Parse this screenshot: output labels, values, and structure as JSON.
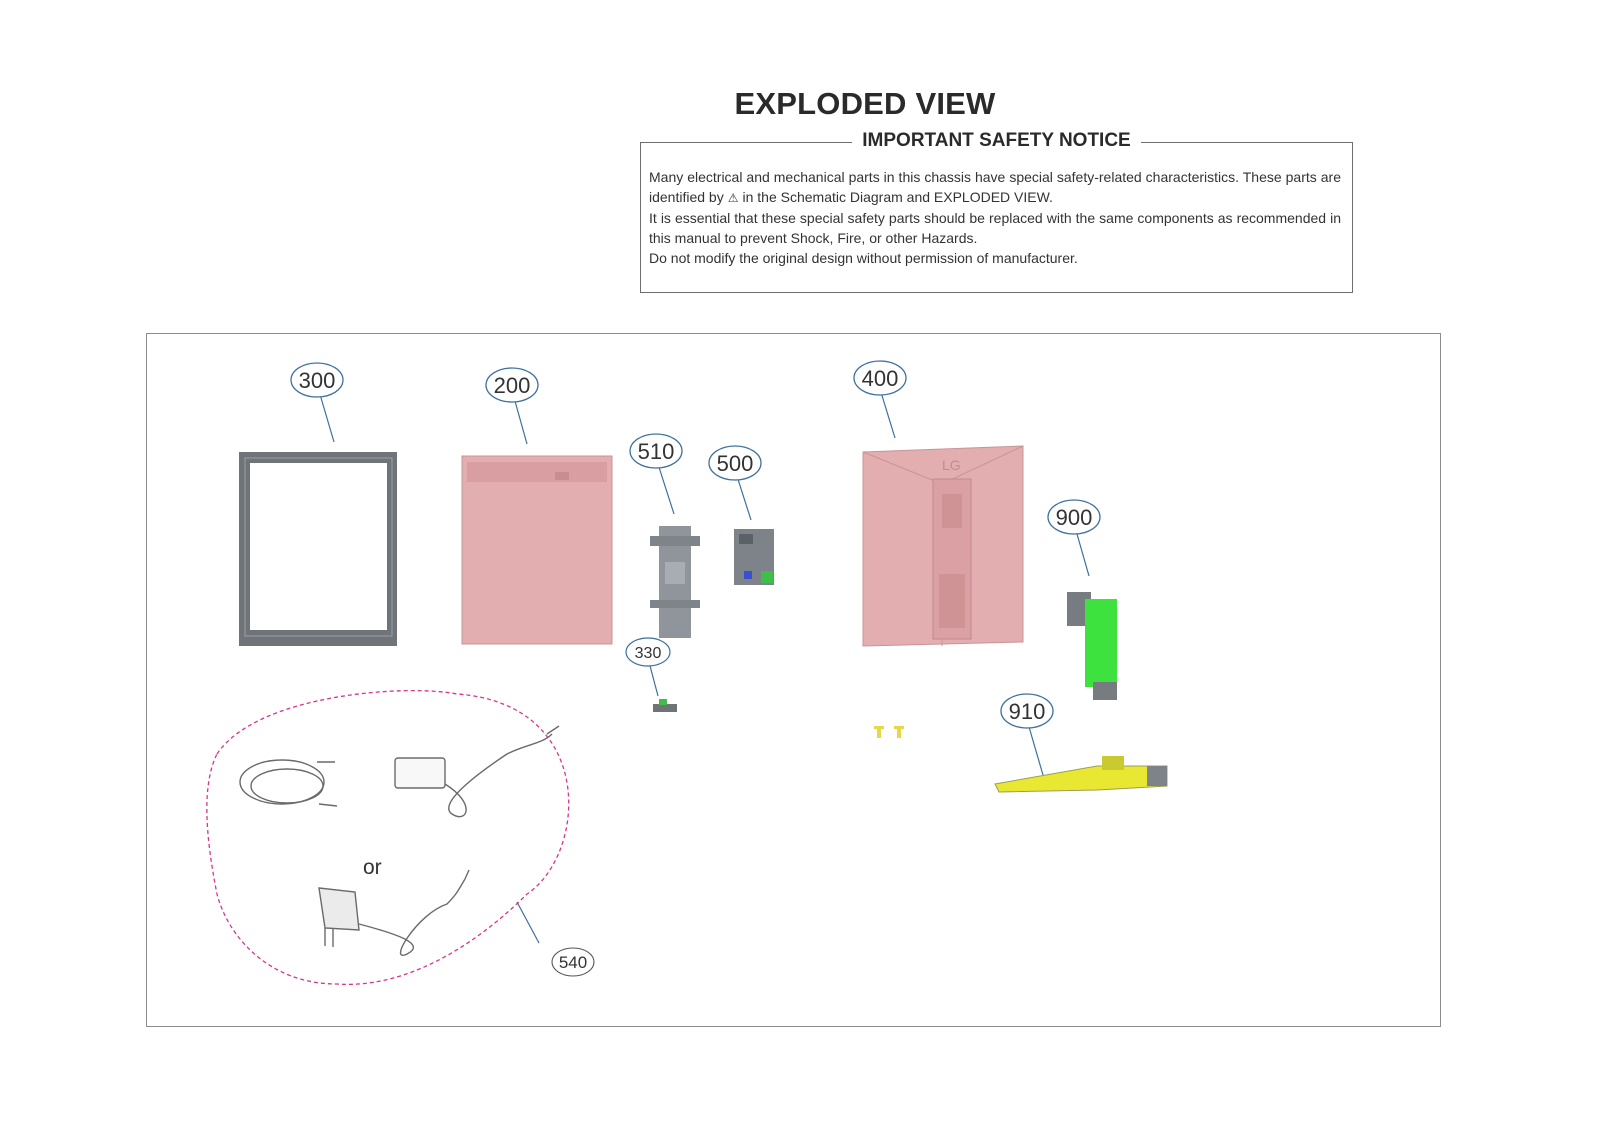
{
  "header": {
    "title": "EXPLODED VIEW"
  },
  "notice": {
    "heading": "IMPORTANT SAFETY NOTICE",
    "line1a": "Many electrical and mechanical parts in this chassis have special safety-related characteristics. These parts are identified by",
    "warning_symbol": "⚠",
    "line1b": "in the Schematic Diagram and EXPLODED VIEW.",
    "line2": "It is essential that these special safety parts should be replaced with the same components as recommended in this manual to prevent Shock, Fire, or other Hazards.",
    "line3": "Do not modify the original design without permission of manufacturer."
  },
  "diagram": {
    "callouts": [
      "300",
      "200",
      "400",
      "510",
      "500",
      "900",
      "330",
      "910",
      "540"
    ],
    "alternative_label": "or",
    "colors": {
      "frame_gray": "#6f7479",
      "rear_cover_pink": "#e3aeb0",
      "stand_body_green": "#3ee23e",
      "stand_base_yellow": "#e8e832",
      "callout_line_blue": "#3d6f9e",
      "accessory_group_dash": "#d9348c"
    }
  }
}
